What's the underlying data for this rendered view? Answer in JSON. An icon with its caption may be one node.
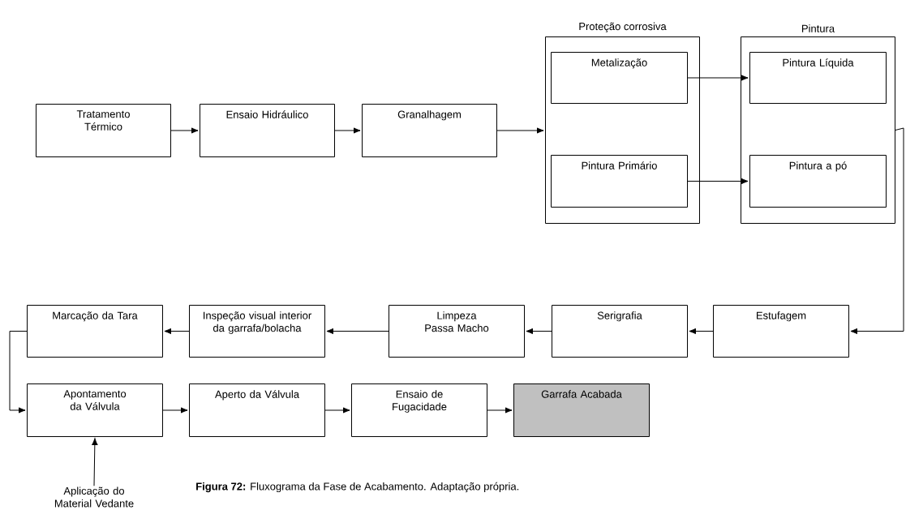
{
  "diagram": {
    "caption": "**Figura 72:** Fluxograma da Fase de Acabamento. Adaptação própria.",
    "nodes": [
      {
        "text": [
          "Tratamento Térmico"
        ]
      },
      {
        "text": [
          "Ensaio Hidráulico"
        ]
      },
      {
        "text": [
          "Granalhagem"
        ]
      },
      {
        "text": [
          "Proteção corrosiva"
        ]
      },
      {
        "text": [
          "Metalização"
        ],
        "in": 3
      },
      {
        "text": [
          "Pintura Primário"
        ],
        "in": 3
      },
      {
        "text": [
          "Pintura"
        ]
      },
      {
        "text": [
          "Pintura Líquida"
        ],
        "in": 6
      },
      {
        "text": [
          "Pintura a pó"
        ],
        "in": 6
      },
      {
        "text": [
          "Marcação da Tara"
        ]
      },
      {
        "text": [
          "Inspeção visual interior da garrafa/bolacha"
        ]
      },
      {
        "text": [
          "Limpeza Passa Macho"
        ]
      },
      {
        "text": [
          "Serigrafia"
        ]
      },
      {
        "text": [
          "Estufagem"
        ]
      },
      {
        "text": [
          "Apontamento da Válvula"
        ]
      },
      {
        "text": [
          "Aperto da Válvula"
        ]
      },
      {
        "text": [
          "Ensaio de Fugacidade"
        ]
      },
      {
        "text": [
          "Garrafa Acabada"
        ]
      },
      {
        "text": [
          "Aplicação do Material Vedante"
        ]
      }
    ],
    "edges": [
      {
        "from": 0,
        "to": 1,
        "arrow": "to"
      },
      {
        "from": 1,
        "to": 2,
        "arrow": "to"
      },
      {
        "from": 2,
        "to": 3,
        "arrow": "to"
      },
      {
        "from": 4,
        "to": 7,
        "arrow": "to"
      },
      {
        "from": 5,
        "to": 8,
        "arrow": "to"
      },
      {
        "from": 6,
        "to": 13,
        "arrow": "to"
      },
      {
        "from": 13,
        "to": 12,
        "arrow": "to"
      },
      {
        "from": 12,
        "to": 11,
        "arrow": "to"
      },
      {
        "from": 11,
        "to": 10,
        "arrow": "to"
      },
      {
        "from": 10,
        "to": 9,
        "arrow": "to"
      },
      {
        "from": 9,
        "to": 14,
        "arrow": "to"
      },
      {
        "from": 18,
        "to": 14,
        "arrow": "to"
      },
      {
        "from": 14,
        "to": 15,
        "arrow": "to"
      },
      {
        "from": 15,
        "to": 16,
        "arrow": "to"
      },
      {
        "from": 16,
        "to": 17,
        "arrow": "to"
      }
    ]
  }
}
